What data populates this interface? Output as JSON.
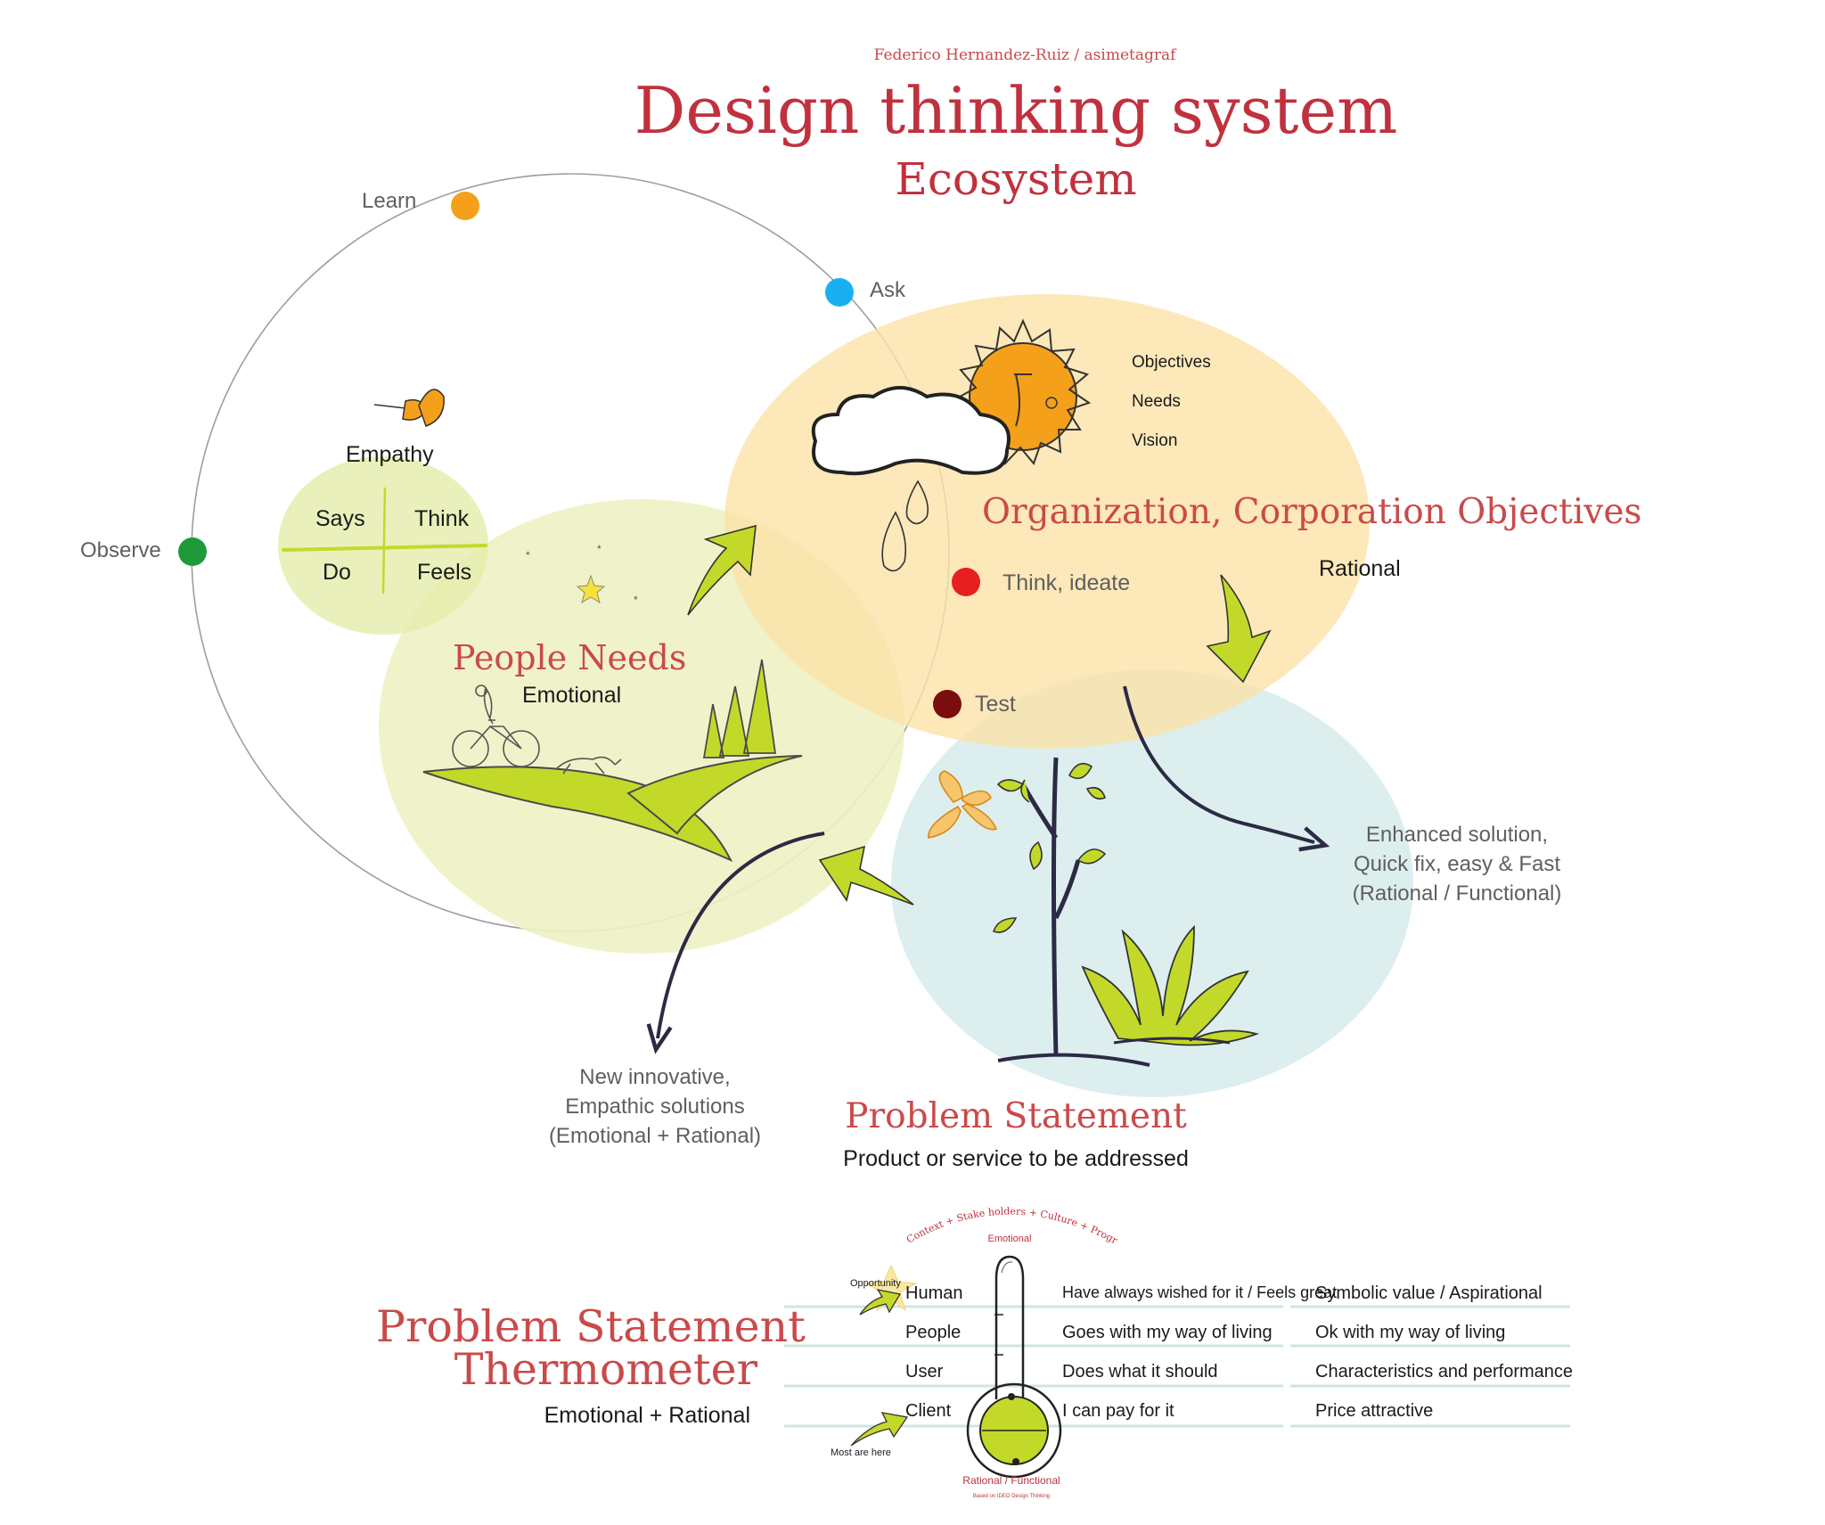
{
  "header": {
    "author": "Federico Hernandez-Ruiz / asimetagraf",
    "title": "Design thinking system",
    "subtitle": "Ecosystem"
  },
  "cycle": {
    "learn": "Learn",
    "ask": "Ask",
    "observe": "Observe",
    "think_ideate": "Think, ideate",
    "test": "Test"
  },
  "empathy": {
    "title": "Empathy",
    "says": "Says",
    "think": "Think",
    "do": "Do",
    "feels": "Feels"
  },
  "people": {
    "title": "People Needs",
    "subtitle": "Emotional"
  },
  "org": {
    "title": "Organization, Corporation Objectives",
    "subtitle": "Rational",
    "items": [
      "Objectives",
      "Needs",
      "Vision"
    ]
  },
  "outcomes": {
    "enhanced": [
      "Enhanced solution,",
      "Quick fix, easy & Fast",
      "(Rational / Functional)"
    ],
    "innovative": [
      "New innovative,",
      "Empathic solutions",
      "(Emotional + Rational)"
    ]
  },
  "problem": {
    "title": "Problem Statement",
    "subtitle": "Product or service to be addressed"
  },
  "thermometer": {
    "title_line1": "Problem Statement",
    "title_line2": "Thermometer",
    "subtitle": "Emotional + Rational",
    "arc_text": "Context + Stake holders + Culture + Program process",
    "top_label": "Emotional",
    "bottom_label": "Rational / Functional",
    "credit": "Based on IDEO Design Thinking",
    "opportunity": "Opportunity",
    "most_here": "Most are here",
    "rows": [
      {
        "level": "Human",
        "statement": "Have always wished for it / Feels great",
        "value": "Symbolic value / Aspirational"
      },
      {
        "level": "People",
        "statement": "Goes with my way of living",
        "value": "Ok with my way of living"
      },
      {
        "level": "User",
        "statement": "Does what it should",
        "value": "Characteristics and performance"
      },
      {
        "level": "Client",
        "statement": "I can pay for it",
        "value": "Price attractive"
      }
    ]
  },
  "colors": {
    "title_red": "#c0313e",
    "learn_dot": "#f5a01a",
    "ask_dot": "#1ab0f0",
    "observe_dot": "#1e9a3a",
    "think_dot": "#e81f1f",
    "test_dot": "#7a0e0e",
    "green_circle": "#eef2c4",
    "orange_circle": "#fbe2a8",
    "blue_circle": "#d7ebec",
    "leaf_green": "#c3d92a"
  }
}
